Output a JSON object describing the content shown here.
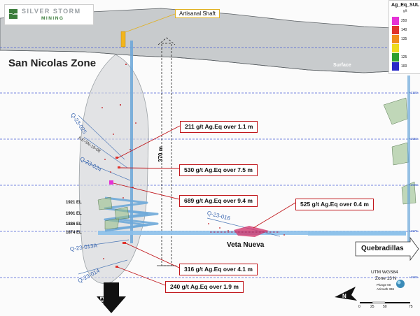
{
  "logo": {
    "brand_line1": "SILVER STORM",
    "brand_line2": "MINING"
  },
  "labels": {
    "artisanal_shaft": "Artisanal Shaft",
    "zone_title": "San Nicolas Zone",
    "surface": "Surface",
    "vertical_distance": "370 m",
    "veta_nueva": "Veta Nueva",
    "quebradillas": "Quebradillas",
    "open_arrow": "OPEN"
  },
  "legend": {
    "title": "Ag_Eq_SUL",
    "unit": "g/t",
    "bins": [
      {
        "label": "250",
        "color": "#e532d6"
      },
      {
        "label": "140",
        "color": "#e0322c"
      },
      {
        "label": "135",
        "color": "#f08c1c"
      },
      {
        "label": "",
        "color": "#eddb1c"
      },
      {
        "label": "125",
        "color": "#2ea02e"
      },
      {
        "label": "100",
        "color": "#2929c8"
      }
    ]
  },
  "callouts": [
    {
      "text": "211 g/t Ag.Eq over 1.1 m"
    },
    {
      "text": "530 g/t Ag.Eq over 7.5 m"
    },
    {
      "text": "689 g/t Ag.Eq over 9.4 m"
    },
    {
      "text": "525 g/t Ag.Eq over 0.4 m"
    },
    {
      "text": "316 g/t Ag.Eq over 4.1 m"
    },
    {
      "text": "240 g/t Ag.Eq over 1.9 m"
    }
  ],
  "drillholes": [
    {
      "text": "Q-23-025"
    },
    {
      "text": "ILE-SN-19-08"
    },
    {
      "text": "Q-23-024"
    },
    {
      "text": "Q-23-016"
    },
    {
      "text": "Q-23-013A"
    },
    {
      "text": "Q-23-014"
    }
  ],
  "levels": [
    {
      "text": "1921 EL"
    },
    {
      "text": "1901 EL"
    },
    {
      "text": "1886 EL"
    },
    {
      "text": "1874 EL"
    }
  ],
  "elevations": [
    {
      "text": "+2100"
    },
    {
      "text": "+2050"
    },
    {
      "text": "+2000"
    },
    {
      "text": "+1875"
    },
    {
      "text": "+1900"
    }
  ],
  "projection": {
    "line1": "UTM WGS84",
    "line2": "Zone 13 N",
    "plunge": "Plunge 00",
    "azimuth": "Azimuth 336"
  },
  "scale_bar": {
    "ticks": [
      "0",
      "25",
      "50",
      "75"
    ]
  },
  "colors": {
    "gridline": "#4a5fd6",
    "drillhole": "#6aa6d8",
    "callout_line": "#c0161b",
    "shaft": "#f2b51c",
    "shaft_callout_line": "#e0b020",
    "surface_mesh": "#7e8488"
  }
}
